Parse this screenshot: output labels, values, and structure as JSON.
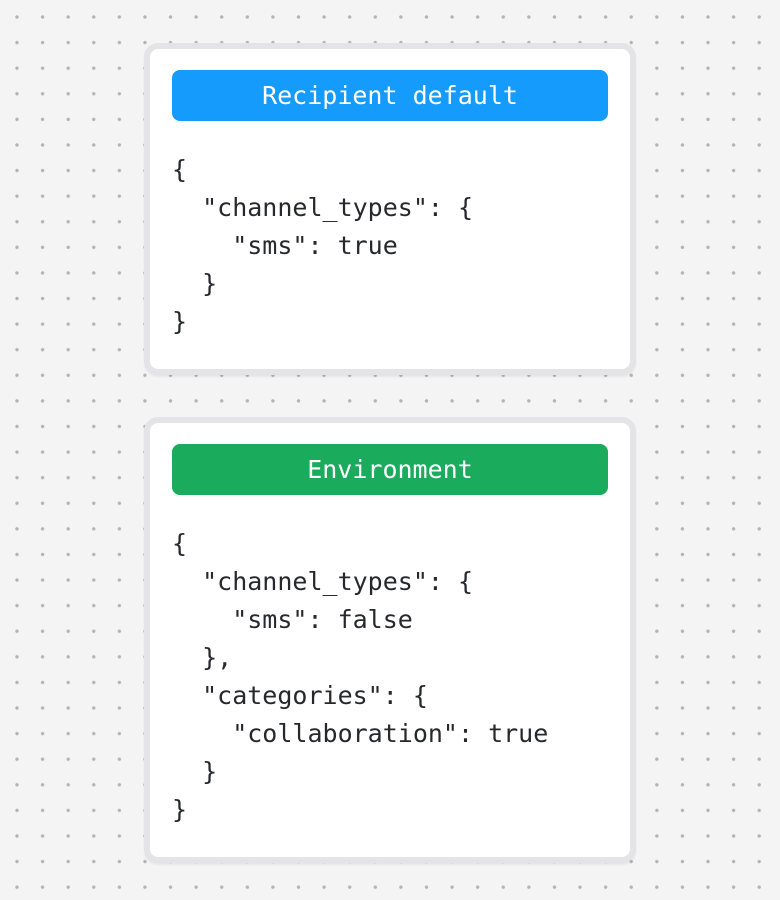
{
  "canvas": {
    "background_color": "#f4f4f5",
    "dot_color": "#b3b3b3"
  },
  "cards": [
    {
      "label": "Recipient default",
      "label_color": "#149bfb",
      "code": "{\n  \"channel_types\": {\n    \"sms\": true\n  }\n}"
    },
    {
      "label": "Environment",
      "label_color": "#1aab5c",
      "code": "{\n  \"channel_types\": {\n    \"sms\": false\n  },\n  \"categories\": {\n    \"collaboration\": true\n  }\n}"
    }
  ]
}
